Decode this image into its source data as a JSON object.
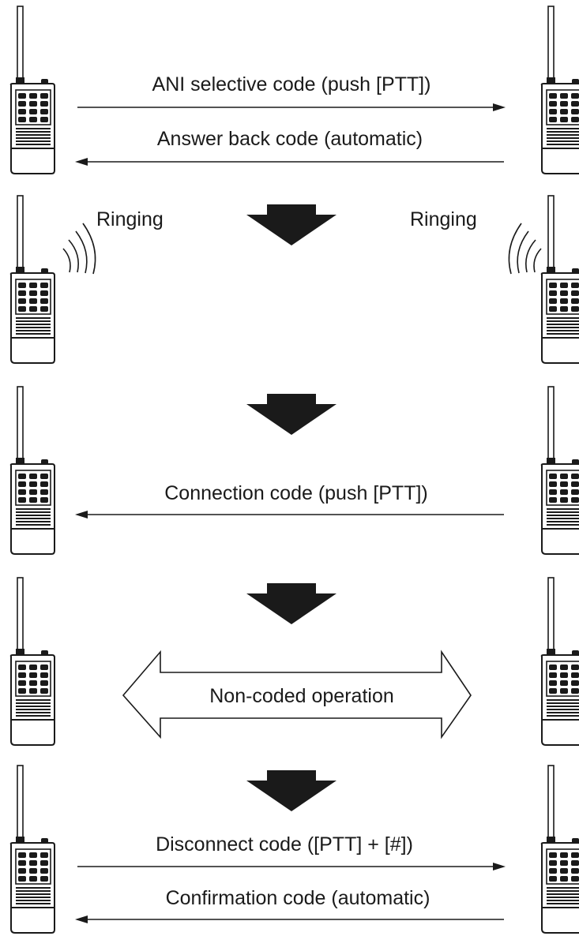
{
  "steps": [
    {
      "arrows": [
        {
          "label": "ANI selective code (push [PTT])",
          "direction": "right"
        },
        {
          "label": "Answer back code (automatic)",
          "direction": "left"
        }
      ]
    },
    {
      "ringing": {
        "left": "Ringing",
        "right": "Ringing"
      }
    },
    {
      "arrows": [
        {
          "label": "Connection code (push [PTT])",
          "direction": "left"
        }
      ]
    },
    {
      "double_arrow": {
        "label": "Non-coded operation"
      }
    },
    {
      "arrows": [
        {
          "label": "Disconnect code ([PTT] + [#])",
          "direction": "right"
        },
        {
          "label": "Confirmation code (automatic)",
          "direction": "left"
        }
      ]
    }
  ],
  "icons": {
    "radio": "handheld-radio-icon",
    "step_arrow": "down-arrow-icon",
    "ring": "ringing-waves-icon"
  },
  "colors": {
    "ink": "#1a1a1a",
    "background": "#ffffff"
  }
}
